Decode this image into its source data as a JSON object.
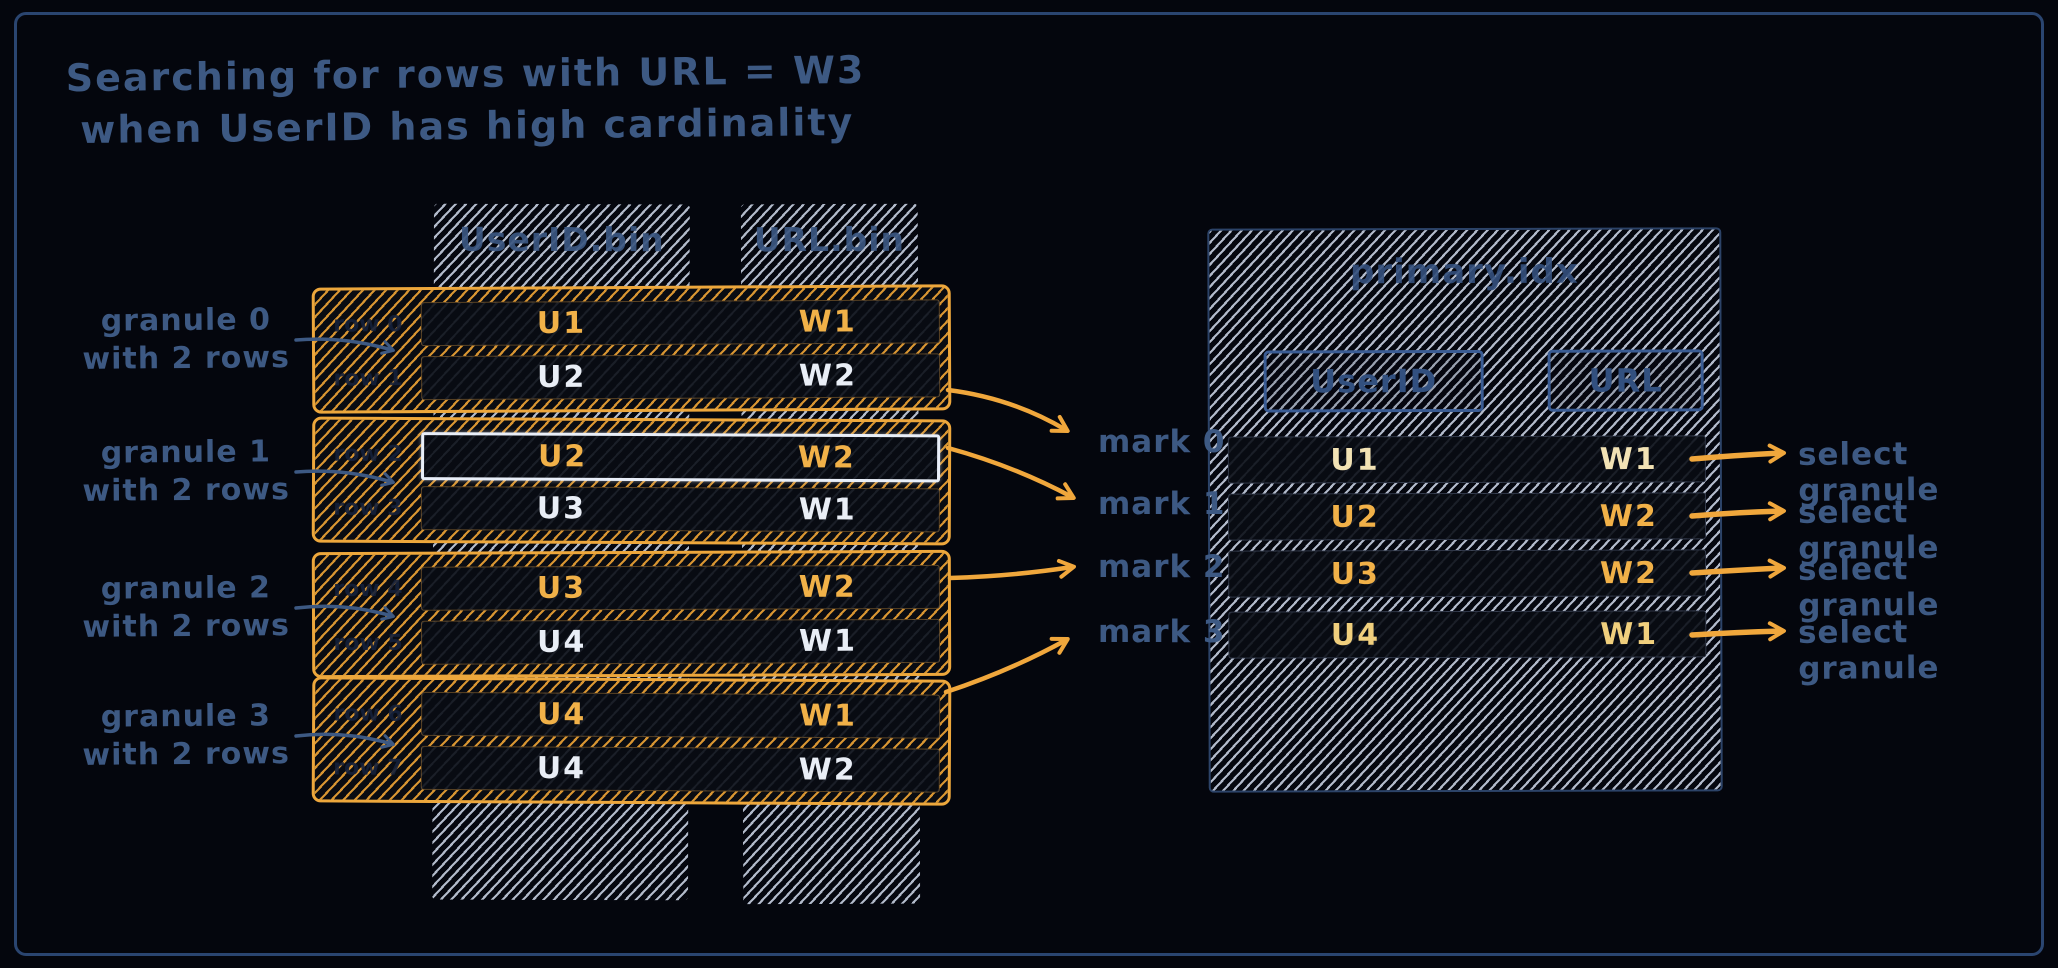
{
  "title": {
    "line1": "Searching for rows with URL = W3",
    "line2": "when UserID has high cardinality"
  },
  "left_table": {
    "columns": [
      {
        "header": "UserID.bin"
      },
      {
        "header": "URL.bin"
      }
    ],
    "granules": [
      {
        "label": "granule 0",
        "sublabel": "with 2 rows",
        "rows": [
          {
            "row_label": "row 0",
            "user_id": "U1",
            "url": "W1",
            "mark_row": true,
            "highlighted": false
          },
          {
            "row_label": "row 1",
            "user_id": "U2",
            "url": "W2",
            "mark_row": false,
            "highlighted": false
          }
        ]
      },
      {
        "label": "granule 1",
        "sublabel": "with 2 rows",
        "rows": [
          {
            "row_label": "row 2",
            "user_id": "U2",
            "url": "W2",
            "mark_row": true,
            "highlighted": true
          },
          {
            "row_label": "row 3",
            "user_id": "U3",
            "url": "W1",
            "mark_row": false,
            "highlighted": false
          }
        ]
      },
      {
        "label": "granule 2",
        "sublabel": "with 2 rows",
        "rows": [
          {
            "row_label": "row 4",
            "user_id": "U3",
            "url": "W2",
            "mark_row": true,
            "highlighted": false
          },
          {
            "row_label": "row 5",
            "user_id": "U4",
            "url": "W1",
            "mark_row": false,
            "highlighted": false
          }
        ]
      },
      {
        "label": "granule 3",
        "sublabel": "with 2 rows",
        "rows": [
          {
            "row_label": "row 6",
            "user_id": "U4",
            "url": "W1",
            "mark_row": true,
            "highlighted": false
          },
          {
            "row_label": "row 7",
            "user_id": "U4",
            "url": "W2",
            "mark_row": false,
            "highlighted": false
          }
        ]
      }
    ]
  },
  "marks": [
    {
      "label": "mark 0"
    },
    {
      "label": "mark 1"
    },
    {
      "label": "mark 2"
    },
    {
      "label": "mark 3"
    }
  ],
  "primary_index": {
    "title": "primary.idx",
    "columns": [
      {
        "header": "UserID"
      },
      {
        "header": "URL"
      }
    ],
    "rows": [
      {
        "user_id": "U1",
        "url": "W1",
        "action": "select granule"
      },
      {
        "user_id": "U2",
        "url": "W2",
        "action": "select granule"
      },
      {
        "user_id": "U3",
        "url": "W2",
        "action": "select granule"
      },
      {
        "user_id": "U4",
        "url": "W1",
        "action": "select granule"
      }
    ]
  },
  "colors": {
    "background": "#04060d",
    "frame_blue": "#2a4570",
    "label_blue": "#3d5983",
    "accent_orange": "#f0a73c",
    "hatch_light": "#d8e2f4",
    "row_text_light": "#e9eef6",
    "highlight_border": "#e8eef8"
  }
}
